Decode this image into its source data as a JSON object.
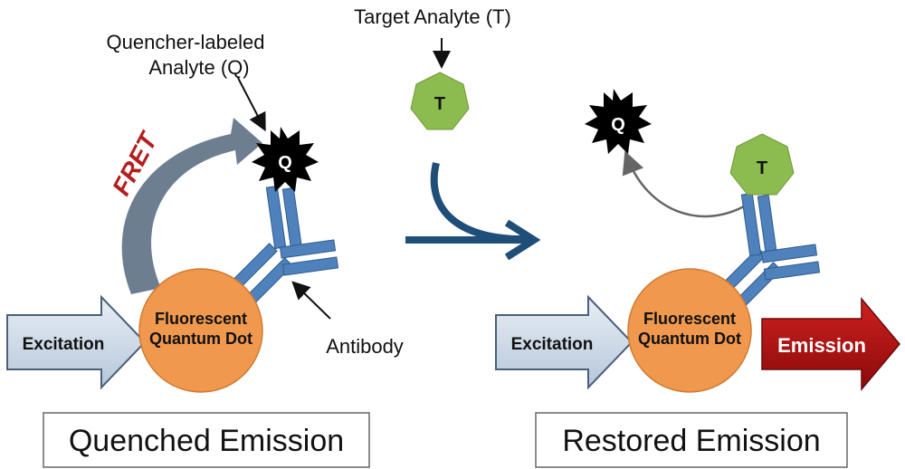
{
  "labels": {
    "quencher_line1": "Quencher-labeled",
    "quencher_line2": "Analyte (Q)",
    "target_analyte": "Target Analyte (T)",
    "fret": "FRET",
    "antibody": "Antibody",
    "excitation_left": "Excitation",
    "excitation_right": "Excitation",
    "emission": "Emission",
    "dot_left_line1": "Fluorescent",
    "dot_left_line2": "Quantum Dot",
    "dot_right_line1": "Fluorescent",
    "dot_right_line2": "Quantum Dot",
    "quencher_symbol_left": "Q",
    "quencher_symbol_right": "Q",
    "target_symbol_top": "T",
    "target_symbol_right": "T",
    "caption_left": "Quenched Emission",
    "caption_right": "Restored Emission"
  },
  "colors": {
    "quantum_dot": "#f0994e",
    "antibody": "#4f81bd",
    "target": "#8cbb4f",
    "quencher": "#000000",
    "fret_text": "#b41e1e",
    "fret_arrow": "#6d7e90",
    "reaction_arrow": "#1f4e79",
    "excitation_arrow": "#c9d6e4",
    "emission_arrow": "#b40f0f"
  }
}
